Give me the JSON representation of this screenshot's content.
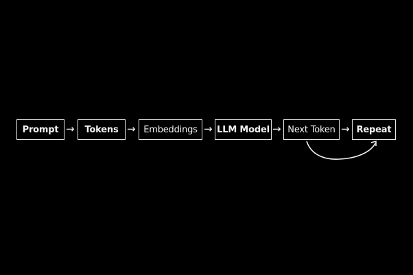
{
  "diagram": {
    "type": "flowchart",
    "direction": "left-to-right",
    "background": "#000000",
    "stroke_color": "#e8e8e8",
    "nodes": [
      {
        "id": "prompt",
        "label": "Prompt",
        "bold": true
      },
      {
        "id": "tokens",
        "label": "Tokens",
        "bold": true
      },
      {
        "id": "embeddings",
        "label": "Embeddings",
        "bold": false
      },
      {
        "id": "llm-model",
        "label": "LLM Model",
        "bold": true
      },
      {
        "id": "next-token",
        "label": "Next Token",
        "bold": false
      },
      {
        "id": "repeat",
        "label": "Repeat",
        "bold": true
      }
    ],
    "arrow_glyph": "→",
    "edges": [
      {
        "from": "prompt",
        "to": "tokens"
      },
      {
        "from": "tokens",
        "to": "embeddings"
      },
      {
        "from": "embeddings",
        "to": "llm-model"
      },
      {
        "from": "llm-model",
        "to": "next-token"
      },
      {
        "from": "next-token",
        "to": "repeat"
      },
      {
        "from": "next-token",
        "to": "repeat",
        "style": "curved-below"
      }
    ]
  }
}
